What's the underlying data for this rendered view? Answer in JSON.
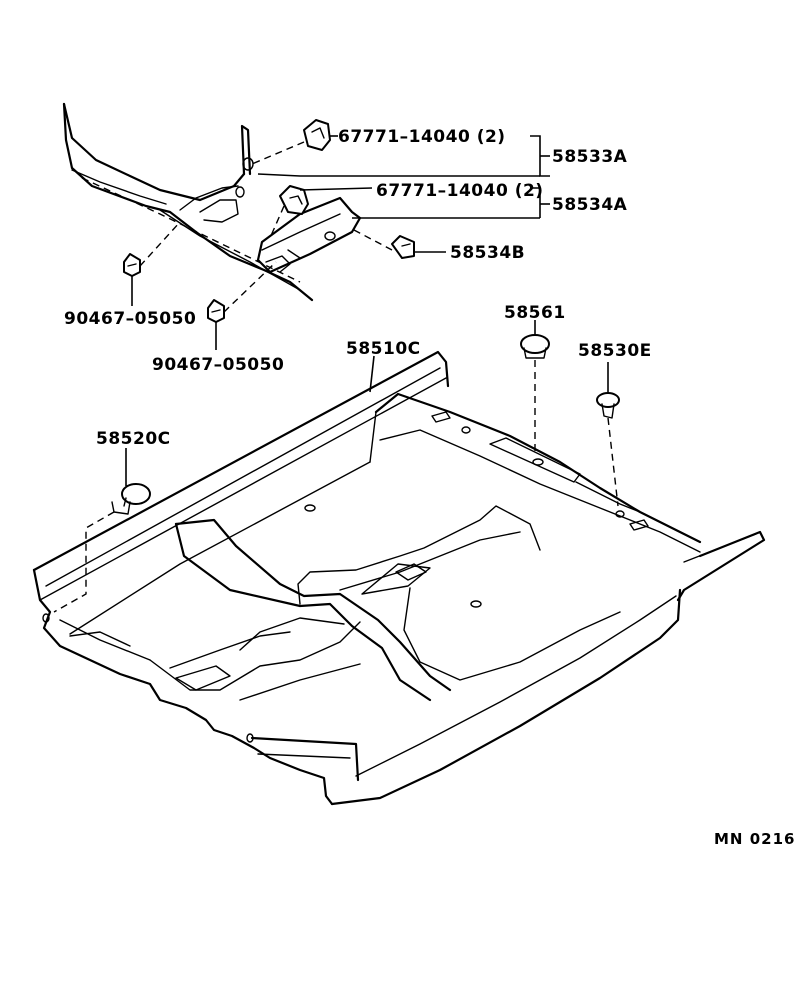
{
  "labels": {
    "p67771_upper": "67771–14040 (2)",
    "p67771_lower": "67771–14040 (2)",
    "p58533A": "58533A",
    "p58534A": "58534A",
    "p58534B": "58534B",
    "p90467_upper": "90467–05050",
    "p90467_lower": "90467–05050",
    "p58561": "58561",
    "p58510C": "58510C",
    "p58530E": "58530E",
    "p58520C": "58520C"
  },
  "diagram_code": "MN  0216"
}
